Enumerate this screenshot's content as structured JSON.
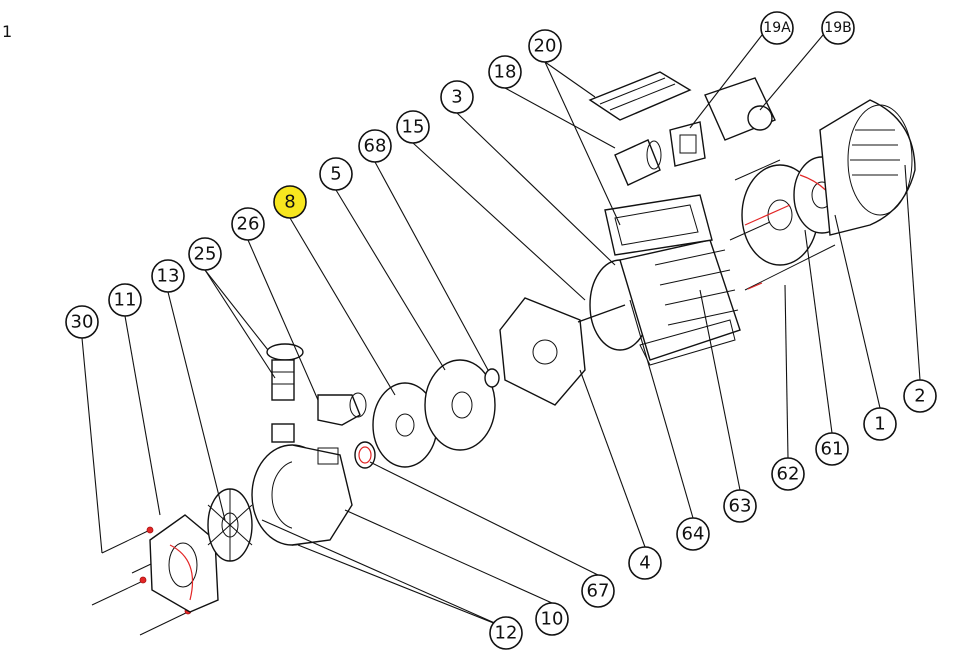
{
  "corner_mark": "1",
  "highlight_color": "#f7e61f",
  "labels": [
    {
      "id": "l30",
      "text": "30"
    },
    {
      "id": "l11",
      "text": "11"
    },
    {
      "id": "l13",
      "text": "13"
    },
    {
      "id": "l25",
      "text": "25"
    },
    {
      "id": "l26",
      "text": "26"
    },
    {
      "id": "l8",
      "text": "8",
      "highlight": true
    },
    {
      "id": "l5",
      "text": "5"
    },
    {
      "id": "l68",
      "text": "68"
    },
    {
      "id": "l15",
      "text": "15"
    },
    {
      "id": "l3",
      "text": "3"
    },
    {
      "id": "l18",
      "text": "18"
    },
    {
      "id": "l20",
      "text": "20"
    },
    {
      "id": "l19A",
      "text": "19A"
    },
    {
      "id": "l19B",
      "text": "19B"
    },
    {
      "id": "l2",
      "text": "2"
    },
    {
      "id": "l1",
      "text": "1"
    },
    {
      "id": "l61",
      "text": "61"
    },
    {
      "id": "l62",
      "text": "62"
    },
    {
      "id": "l63",
      "text": "63"
    },
    {
      "id": "l64",
      "text": "64"
    },
    {
      "id": "l4",
      "text": "4"
    },
    {
      "id": "l67",
      "text": "67"
    },
    {
      "id": "l10",
      "text": "10"
    },
    {
      "id": "l12",
      "text": "12"
    }
  ]
}
